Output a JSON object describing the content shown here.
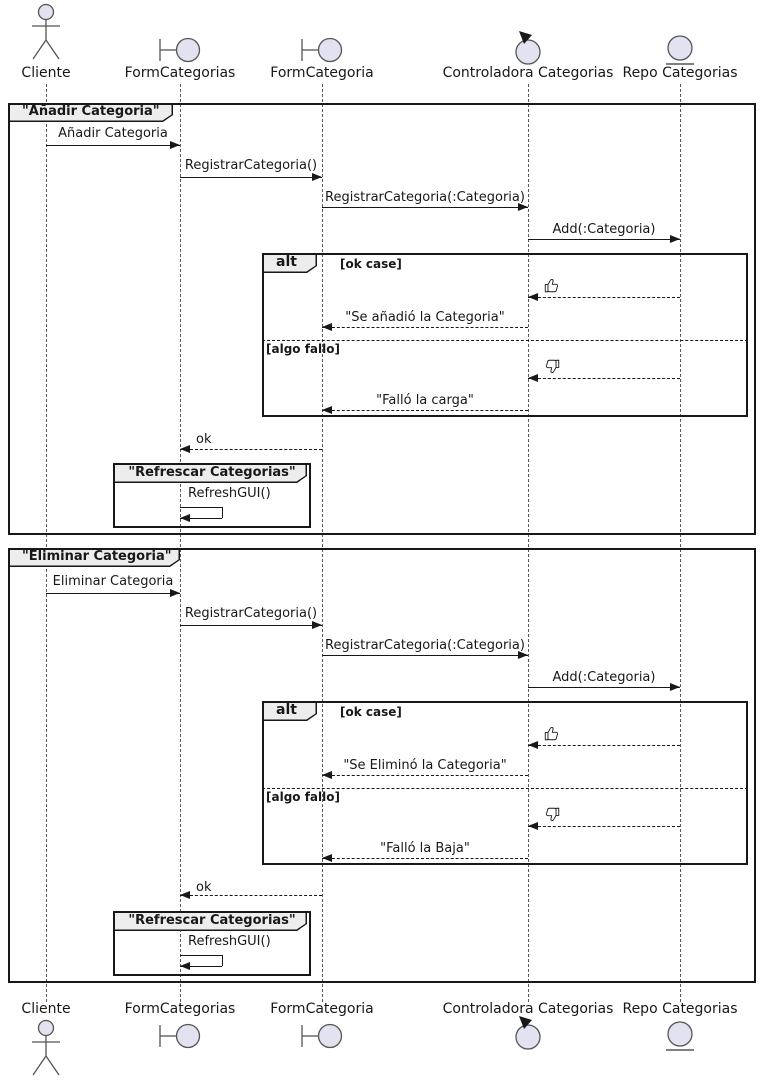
{
  "participants": {
    "cliente": "Cliente",
    "form_categorias": "FormCategorias",
    "form_categoria": "FormCategoria",
    "controladora": "Controladora Categorias",
    "repo": "Repo Categorias"
  },
  "colors": {
    "shape_fill": "#E2E2F0",
    "stroke": "#181818",
    "tab_fill": "#EDEDED"
  },
  "icons": {
    "thumbs_up": "thumbs-up",
    "thumbs_down": "thumbs-down",
    "actor": "actor",
    "boundary": "boundary",
    "control": "control",
    "entity": "entity"
  },
  "add_flow": {
    "frame_title": "\"Añadir Categoria\"",
    "alt": {
      "keyword": "alt",
      "guard_ok": "[ok case]",
      "guard_fail": "[algo fallo]"
    },
    "messages": {
      "request": "Añadir Categoria",
      "registrar": "RegistrarCategoria()",
      "registrar_param": "RegistrarCategoria(:Categoria)",
      "add": "Add(:Categoria)",
      "ok_reply": "\"Se añadió la Categoria\"",
      "fail_reply": "\"Falló la carga\"",
      "ok": "ok",
      "refresh": "RefreshGUI()"
    },
    "refresh_frame_title": "\"Refrescar Categorias\""
  },
  "delete_flow": {
    "frame_title": "\"Eliminar Categoria\"",
    "alt": {
      "keyword": "alt",
      "guard_ok": "[ok case]",
      "guard_fail": "[algo fallo]"
    },
    "messages": {
      "request": "Eliminar Categoria",
      "registrar": "RegistrarCategoria()",
      "registrar_param": "RegistrarCategoria(:Categoria)",
      "add": "Add(:Categoria)",
      "ok_reply": "\"Se Eliminó la Categoria\"",
      "fail_reply": "\"Falló la Baja\"",
      "ok": "ok",
      "refresh": "RefreshGUI()"
    },
    "refresh_frame_title": "\"Refrescar Categorias\""
  }
}
